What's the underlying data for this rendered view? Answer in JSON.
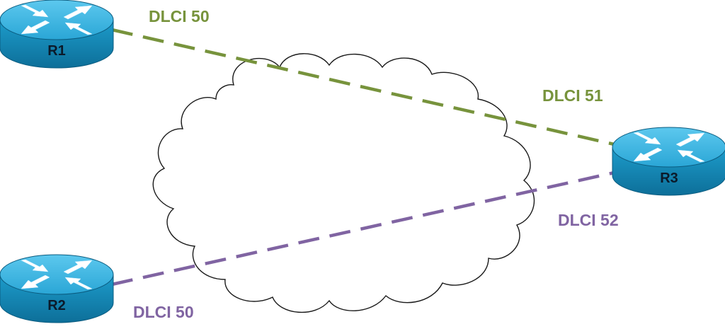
{
  "colors": {
    "link_r1_r3": "#77933c",
    "link_r2_r3": "#8064a2",
    "router_body": "#1fa0cf",
    "router_top": "#3fbde8",
    "router_dark": "#0e6a92",
    "cloud_stroke": "#1a1a1a"
  },
  "routers": {
    "r1": {
      "label": "R1",
      "icon": "router-icon"
    },
    "r2": {
      "label": "R2",
      "icon": "router-icon"
    },
    "r3": {
      "label": "R3",
      "icon": "router-icon"
    }
  },
  "links": {
    "r1_r3": {
      "color_key": "link_r1_r3",
      "dlci_r1_side": "DLCI 50",
      "dlci_r3_side": "DLCI 51"
    },
    "r2_r3": {
      "color_key": "link_r2_r3",
      "dlci_r2_side": "DLCI 50",
      "dlci_r3_side": "DLCI 52"
    }
  },
  "cloud": {
    "icon": "cloud-icon"
  }
}
